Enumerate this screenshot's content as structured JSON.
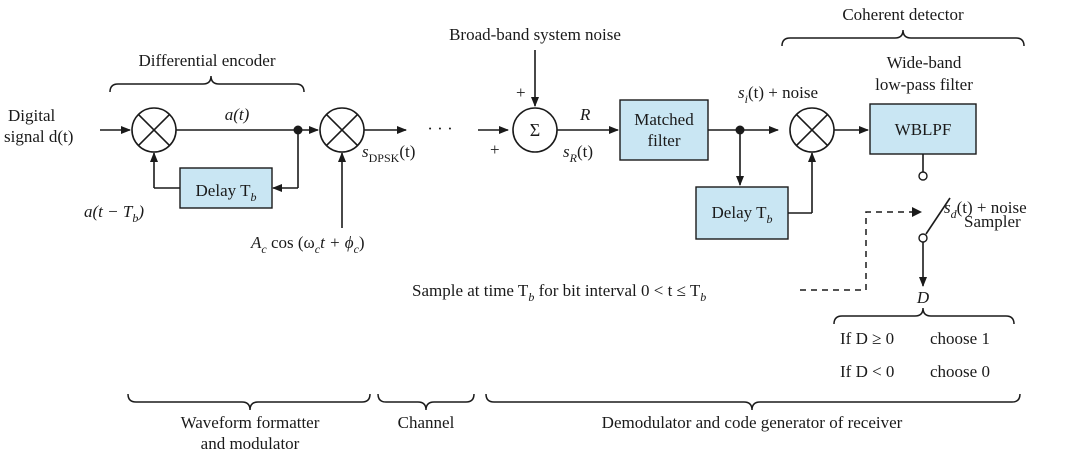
{
  "input_label": {
    "line1": "Digital",
    "line2": "signal d(t)"
  },
  "encoder": {
    "title": "Differential encoder",
    "a_t": "a(t)",
    "a_t_minus_tb": "a(t − T",
    "tb_sub": "b",
    "close_paren": ")"
  },
  "delay_tb": {
    "text": "Delay T",
    "sub": "b"
  },
  "carrier": "A",
  "carrier_parts": {
    "A": "A",
    "c": "c",
    "cos": " cos (ω",
    "t": "t + ϕ",
    "close": ")"
  },
  "s_dpsk": {
    "s": "s",
    "sub": "DPSK",
    "tail": "(t)"
  },
  "ellipsis": "· · ·",
  "noise": {
    "label": "Broad-band system noise",
    "plus_top": "+",
    "plus_left": "+",
    "sigma": "Σ"
  },
  "receiver_input": {
    "R": "R",
    "s": "s",
    "sub": "R",
    "tail": "(t)"
  },
  "matched_filter": {
    "line1": "Matched",
    "line2": "filter"
  },
  "si_noise": {
    "s": "s",
    "sub": "i",
    "tail": "(t) + noise"
  },
  "coherent_detector": "Coherent detector",
  "wblpf": {
    "title1": "Wide-band",
    "title2": "low-pass filter",
    "block": "WBLPF"
  },
  "sd_noise": {
    "s": "s",
    "sub": "d",
    "tail": "(t) + noise"
  },
  "sampler": "Sampler",
  "sample_time": {
    "pre": "Sample at time T",
    "sub": "b",
    "mid": " for bit interval 0 < t ≤ T",
    "sub2": "b"
  },
  "output": "D",
  "decision": [
    {
      "cond": "If D ≥ 0",
      "choice": "choose 1"
    },
    {
      "cond": "If D < 0",
      "choice": "choose 0"
    }
  ],
  "sections": [
    {
      "line1": "Waveform formatter",
      "line2": "and modulator"
    },
    {
      "line1": "Channel",
      "line2": ""
    },
    {
      "line1": "Demodulator and code generator of receiver",
      "line2": ""
    }
  ]
}
